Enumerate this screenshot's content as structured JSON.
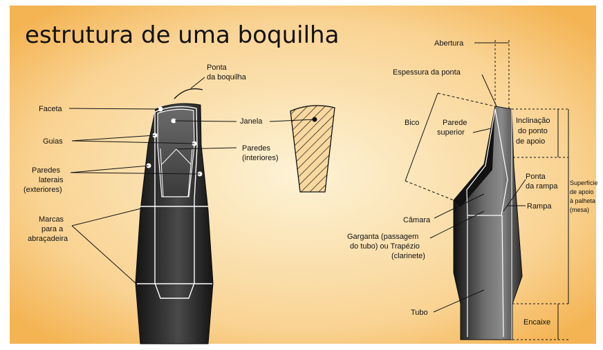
{
  "title": "estrutura de uma boquilha",
  "colors": {
    "background_center": "#fdf1cf",
    "background_edge": "#f6b85c",
    "mouthpiece_dark": "#1e1e1e",
    "mouthpiece_mid": "#5a5a5a",
    "line": "#ffffff",
    "text": "#111111"
  },
  "front_view": {
    "tip_label": [
      "Ponta",
      "da boquilha"
    ],
    "facet_label": "Faceta",
    "window_label": "Janela",
    "rails_label": "Guias",
    "inner_walls_label": [
      "Paredes",
      "(interiores)"
    ],
    "side_walls_label": [
      "Paredes",
      "laterais",
      "(exteriores)"
    ],
    "ligature_marks_label": [
      "Marcas",
      "para a",
      "abraçadeira"
    ]
  },
  "side_view": {
    "opening_label": "Abertura",
    "tip_thickness_label": "Espessura da ponta",
    "beak_label": "Bico",
    "upper_wall_label": [
      "Parede",
      "superior"
    ],
    "facing_curve_label": [
      "Inclinação",
      "do ponto",
      "de apoio"
    ],
    "baffle_tip_label": [
      "Ponta",
      "da rampa"
    ],
    "reed_table_label": [
      "Superfície",
      "de apoio",
      "à palheta",
      "(mesa)"
    ],
    "chamber_label": "Câmara",
    "baffle_label": "Rampa",
    "throat_label": [
      "Garganta (passagem",
      "do tubo) ou Trapézio",
      "(clarinete)"
    ],
    "bore_label": "Tubo",
    "tenon_label": "Encaixe"
  }
}
